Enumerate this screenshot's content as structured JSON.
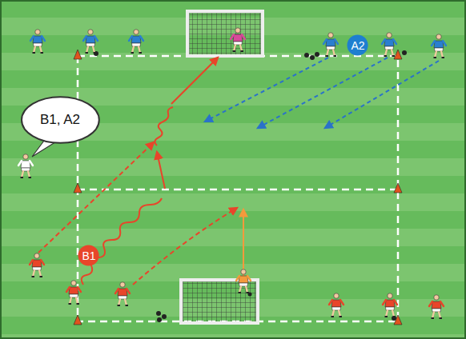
{
  "diagram": {
    "nodes": [
      {
        "text": [
          "A2"
        ]
      },
      {
        "text": [
          "B1, A2"
        ]
      },
      {
        "text": [
          "B1"
        ]
      }
    ]
  }
}
